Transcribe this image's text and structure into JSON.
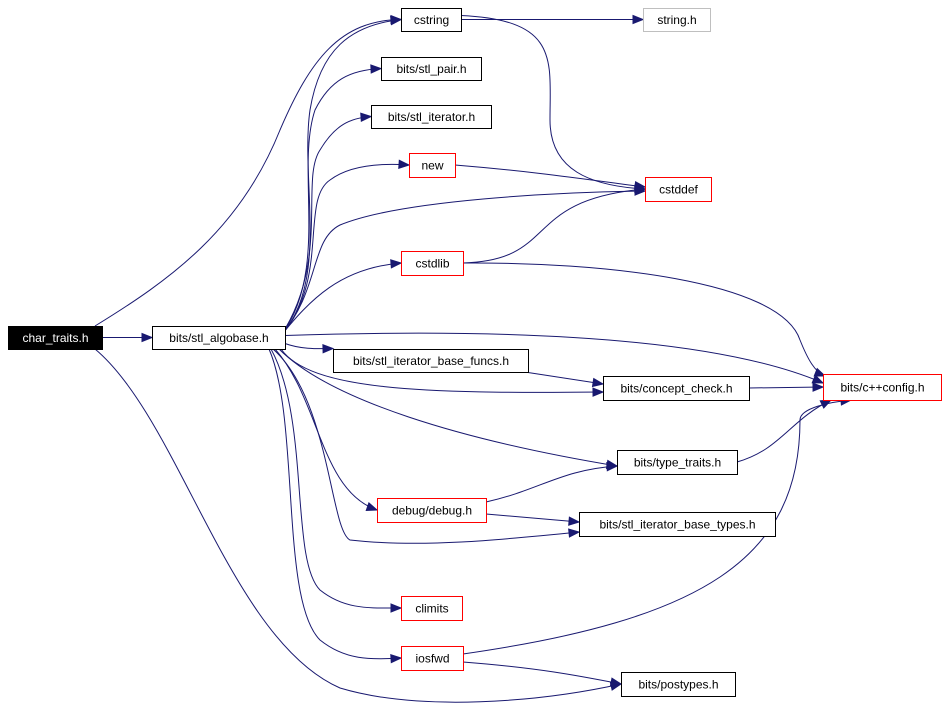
{
  "graph": {
    "nodes": [
      {
        "id": "char_traits",
        "label": "char_traits.h",
        "style": "root"
      },
      {
        "id": "stl_algobase",
        "label": "bits/stl_algobase.h",
        "style": "black"
      },
      {
        "id": "cstring",
        "label": "cstring",
        "style": "black"
      },
      {
        "id": "string_h",
        "label": "string.h",
        "style": "gray"
      },
      {
        "id": "stl_pair",
        "label": "bits/stl_pair.h",
        "style": "black"
      },
      {
        "id": "stl_iterator",
        "label": "bits/stl_iterator.h",
        "style": "black"
      },
      {
        "id": "new",
        "label": "new",
        "style": "red"
      },
      {
        "id": "cstddef",
        "label": "cstddef",
        "style": "red"
      },
      {
        "id": "cstdlib",
        "label": "cstdlib",
        "style": "red"
      },
      {
        "id": "cxxconfig",
        "label": "bits/c++config.h",
        "style": "red"
      },
      {
        "id": "iter_base_funcs",
        "label": "bits/stl_iterator_base_funcs.h",
        "style": "black"
      },
      {
        "id": "concept_check",
        "label": "bits/concept_check.h",
        "style": "black"
      },
      {
        "id": "type_traits",
        "label": "bits/type_traits.h",
        "style": "black"
      },
      {
        "id": "debug",
        "label": "debug/debug.h",
        "style": "red"
      },
      {
        "id": "iter_base_types",
        "label": "bits/stl_iterator_base_types.h",
        "style": "black"
      },
      {
        "id": "climits",
        "label": "climits",
        "style": "red"
      },
      {
        "id": "iosfwd",
        "label": "iosfwd",
        "style": "red"
      },
      {
        "id": "postypes",
        "label": "bits/postypes.h",
        "style": "black"
      }
    ],
    "edges": [
      {
        "from": "char_traits",
        "to": "stl_algobase"
      },
      {
        "from": "char_traits",
        "to": "cstring"
      },
      {
        "from": "char_traits",
        "to": "postypes"
      },
      {
        "from": "stl_algobase",
        "to": "cstring"
      },
      {
        "from": "stl_algobase",
        "to": "stl_pair"
      },
      {
        "from": "stl_algobase",
        "to": "stl_iterator"
      },
      {
        "from": "stl_algobase",
        "to": "new"
      },
      {
        "from": "stl_algobase",
        "to": "cstddef"
      },
      {
        "from": "stl_algobase",
        "to": "cstdlib"
      },
      {
        "from": "stl_algobase",
        "to": "cxxconfig"
      },
      {
        "from": "stl_algobase",
        "to": "iter_base_funcs"
      },
      {
        "from": "stl_algobase",
        "to": "concept_check"
      },
      {
        "from": "stl_algobase",
        "to": "type_traits"
      },
      {
        "from": "stl_algobase",
        "to": "debug"
      },
      {
        "from": "stl_algobase",
        "to": "iter_base_types"
      },
      {
        "from": "stl_algobase",
        "to": "climits"
      },
      {
        "from": "stl_algobase",
        "to": "iosfwd"
      },
      {
        "from": "cstring",
        "to": "string_h"
      },
      {
        "from": "cstring",
        "to": "cstddef"
      },
      {
        "from": "new",
        "to": "cstddef"
      },
      {
        "from": "cstdlib",
        "to": "cstddef"
      },
      {
        "from": "cstdlib",
        "to": "cxxconfig"
      },
      {
        "from": "iter_base_funcs",
        "to": "concept_check"
      },
      {
        "from": "concept_check",
        "to": "cxxconfig"
      },
      {
        "from": "type_traits",
        "to": "cxxconfig"
      },
      {
        "from": "debug",
        "to": "type_traits"
      },
      {
        "from": "debug",
        "to": "iter_base_types"
      },
      {
        "from": "iosfwd",
        "to": "cxxconfig"
      },
      {
        "from": "iosfwd",
        "to": "postypes"
      }
    ]
  },
  "colors": {
    "edge": "#191970",
    "root_fill": "#000000",
    "root_text": "#ffffff",
    "black_border": "#000000",
    "red_border": "#ff0000",
    "gray_border": "#bfbfbf",
    "node_fill": "#ffffff",
    "node_text": "#000000"
  }
}
